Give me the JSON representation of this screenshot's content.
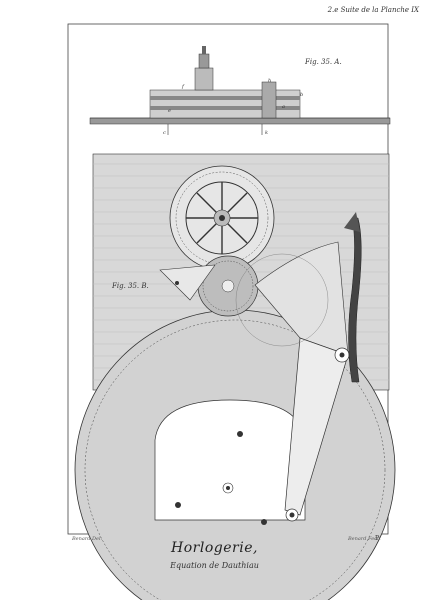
{
  "plate": {
    "top_caption": "2.e Suite de la Planche IX",
    "fig_a_label": "Fig. 35. A.",
    "fig_b_label": "Fig. 35. B.",
    "letters": [
      "f",
      "h",
      "e",
      "b",
      "a",
      "c",
      "k"
    ],
    "credit_left": "Benard Del.",
    "credit_right": "Benard Fecit",
    "page_mark": "P",
    "title": "Horlogerie,",
    "subtitle": "Equation de Dauthiau"
  }
}
